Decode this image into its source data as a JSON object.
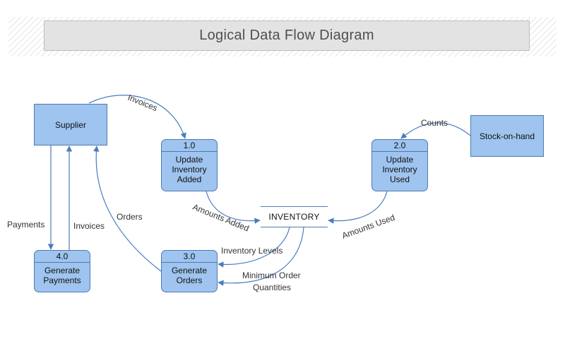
{
  "title": "Logical Data Flow Diagram",
  "entities": {
    "supplier": "Supplier",
    "stock_on_hand": "Stock-on-hand"
  },
  "processes": {
    "p1": {
      "id": "1.0",
      "name": "Update\nInventory\nAdded"
    },
    "p2": {
      "id": "2.0",
      "name": "Update\nInventory\nUsed"
    },
    "p3": {
      "id": "3.0",
      "name": "Generate\nOrders"
    },
    "p4": {
      "id": "4.0",
      "name": "Generate\nPayments"
    }
  },
  "data_store": {
    "name": "INVENTORY"
  },
  "flows": {
    "invoices_top": "Invoices",
    "counts": "Counts",
    "payments": "Payments",
    "invoices_left": "Invoices",
    "orders": "Orders",
    "amounts_added": "Amounts Added",
    "amounts_used": "Amounts Used",
    "inventory_levels": "Inventory Levels",
    "min_order_line1": "Minimum Order",
    "min_order_line2": "Quantities"
  },
  "colors": {
    "shape_fill": "#9ec4ef",
    "shape_border": "#4f79b0",
    "arrow": "#4a7bbf",
    "title_fill": "#e3e3e3"
  }
}
